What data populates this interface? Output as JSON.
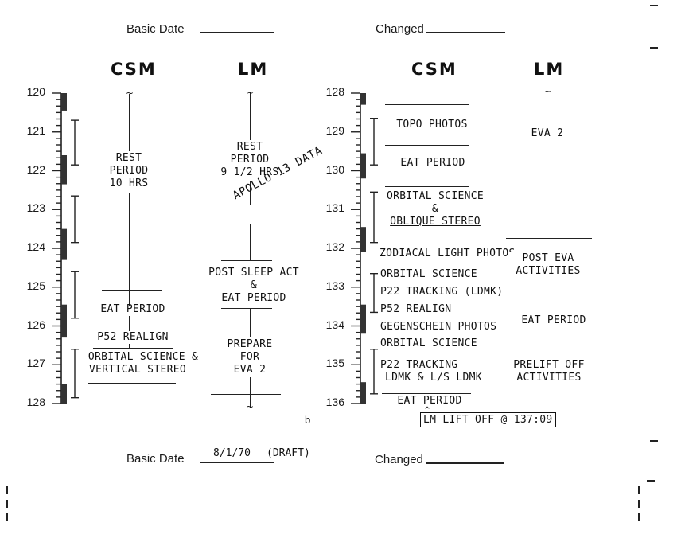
{
  "header": {
    "basic_date_label": "Basic Date",
    "basic_date_value": "",
    "changed_label": "Changed",
    "changed_value": ""
  },
  "footer": {
    "basic_date_label": "Basic Date",
    "basic_date_value": "8/1/70",
    "basic_date_note": "(DRAFT)",
    "changed_label": "Changed",
    "changed_value": ""
  },
  "watermark": "APOLLO 13 DATA",
  "page_marker": "b",
  "left_panel": {
    "hours": [
      "120",
      "121",
      "122",
      "123",
      "124",
      "125",
      "126",
      "127",
      "128"
    ],
    "csm": {
      "title": "CSM",
      "rest_lines": [
        "REST",
        "PERIOD",
        "10 HRS"
      ],
      "eat": "EAT PERIOD",
      "p52": "P52 REALIGN",
      "orbital_lines": [
        "ORBITAL SCIENCE &",
        "VERTICAL STEREO"
      ]
    },
    "lm": {
      "title": "LM",
      "rest_lines": [
        "REST",
        "PERIOD",
        "9 1/2 HRS"
      ],
      "post_sleep_lines": [
        "POST SLEEP ACT",
        "&",
        "EAT PERIOD"
      ],
      "prepare_lines": [
        "PREPARE",
        "FOR",
        "EVA 2"
      ]
    }
  },
  "right_panel": {
    "hours": [
      "128",
      "129",
      "130",
      "131",
      "132",
      "133",
      "134",
      "135",
      "136"
    ],
    "csm": {
      "title": "CSM",
      "topo": "TOPO PHOTOS",
      "eat1": "EAT PERIOD",
      "orbital_lines": [
        "ORBITAL SCIENCE",
        "&",
        "OBLIQUE STEREO"
      ],
      "zodiacal": "ZODIACAL LIGHT PHOTOS",
      "orbital2": "ORBITAL SCIENCE",
      "p22_1": "P22 TRACKING (LDMK)",
      "p52": "P52 REALIGN",
      "gegenschein": "GEGENSCHEIN PHOTOS",
      "orbital3": "ORBITAL SCIENCE",
      "p22_2_lines": [
        "P22 TRACKING",
        "LDMK & L/S LDMK"
      ],
      "eat2": "EAT PERIOD"
    },
    "lm": {
      "title": "LM",
      "eva": "EVA 2",
      "post_eva_lines": [
        "POST EVA",
        "ACTIVITIES"
      ],
      "eat": "EAT PERIOD",
      "prelift_lines": [
        "PRELIFT OFF",
        "ACTIVITIES"
      ]
    },
    "liftoff": "LM LIFT OFF @ 137:09"
  }
}
